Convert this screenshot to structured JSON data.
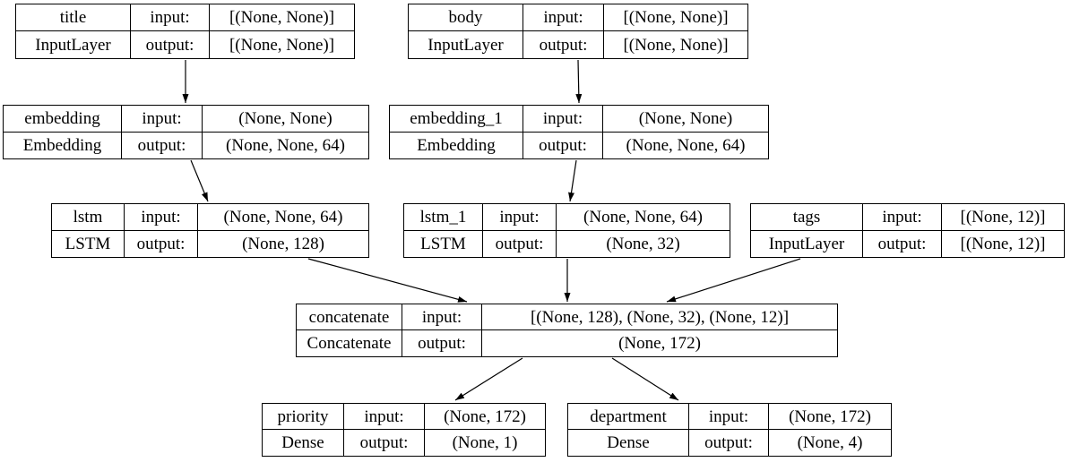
{
  "diagram": {
    "kind": "keras-model-architecture-graph",
    "background_color": "#ffffff",
    "line_color": "#000000",
    "labels": {
      "input": "input:",
      "output": "output:"
    },
    "nodes": [
      {
        "name": "title",
        "layer_type": "InputLayer",
        "input_shape": "[(None, None)]",
        "output_shape": "[(None, None)]"
      },
      {
        "name": "body",
        "layer_type": "InputLayer",
        "input_shape": "[(None, None)]",
        "output_shape": "[(None, None)]"
      },
      {
        "name": "embedding",
        "layer_type": "Embedding",
        "input_shape": "(None, None)",
        "output_shape": "(None, None, 64)"
      },
      {
        "name": "embedding_1",
        "layer_type": "Embedding",
        "input_shape": "(None, None)",
        "output_shape": "(None, None, 64)"
      },
      {
        "name": "lstm",
        "layer_type": "LSTM",
        "input_shape": "(None, None, 64)",
        "output_shape": "(None, 128)"
      },
      {
        "name": "lstm_1",
        "layer_type": "LSTM",
        "input_shape": "(None, None, 64)",
        "output_shape": "(None, 32)"
      },
      {
        "name": "tags",
        "layer_type": "InputLayer",
        "input_shape": "[(None, 12)]",
        "output_shape": "[(None, 12)]"
      },
      {
        "name": "concatenate",
        "layer_type": "Concatenate",
        "input_shape": "[(None, 128), (None, 32), (None, 12)]",
        "output_shape": "(None, 172)"
      },
      {
        "name": "priority",
        "layer_type": "Dense",
        "input_shape": "(None, 172)",
        "output_shape": "(None, 1)"
      },
      {
        "name": "department",
        "layer_type": "Dense",
        "input_shape": "(None, 172)",
        "output_shape": "(None, 4)"
      }
    ],
    "edges": [
      {
        "from": "title",
        "to": "embedding"
      },
      {
        "from": "body",
        "to": "embedding_1"
      },
      {
        "from": "embedding",
        "to": "lstm"
      },
      {
        "from": "embedding_1",
        "to": "lstm_1"
      },
      {
        "from": "lstm",
        "to": "concatenate"
      },
      {
        "from": "lstm_1",
        "to": "concatenate"
      },
      {
        "from": "tags",
        "to": "concatenate"
      },
      {
        "from": "concatenate",
        "to": "priority"
      },
      {
        "from": "concatenate",
        "to": "department"
      }
    ]
  }
}
